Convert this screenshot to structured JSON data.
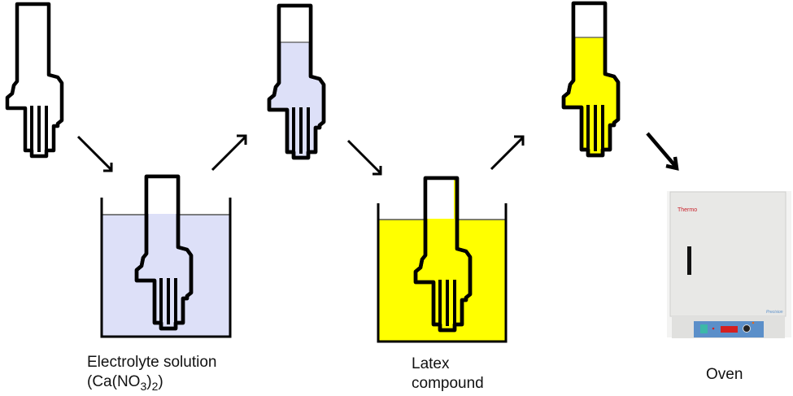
{
  "title": "Glove dip-coating process",
  "colors": {
    "electrolyte": "#dde0f8",
    "latex": "#ffff00",
    "outline": "#000000",
    "background": "#ffffff",
    "oven_body": "#e8e8e6",
    "oven_panel": "#5b8fc9",
    "oven_display": "#d42020"
  },
  "steps": [
    {
      "id": "bare-former",
      "label": "",
      "fill": "none"
    },
    {
      "id": "dip-electrolyte",
      "label_line1": "Electrolyte solution",
      "label_line2_prefix": "(Ca(NO",
      "label_line2_sub1": "3",
      "label_line2_mid": ")",
      "label_line2_sub2": "2",
      "label_line2_suffix": ")",
      "fill": "electrolyte"
    },
    {
      "id": "coated-electrolyte",
      "label": "",
      "fill": "electrolyte"
    },
    {
      "id": "dip-latex",
      "label_line1": "Latex",
      "label_line2": "compound",
      "fill": "latex"
    },
    {
      "id": "coated-latex",
      "label": "",
      "fill": "latex"
    },
    {
      "id": "oven",
      "label": "Oven",
      "brand": "Thermo",
      "model": "Precision"
    }
  ],
  "icons": {
    "hand": "hand-former-icon",
    "arrow": "arrow-icon",
    "tank": "dip-tank-icon",
    "oven": "oven-icon"
  }
}
